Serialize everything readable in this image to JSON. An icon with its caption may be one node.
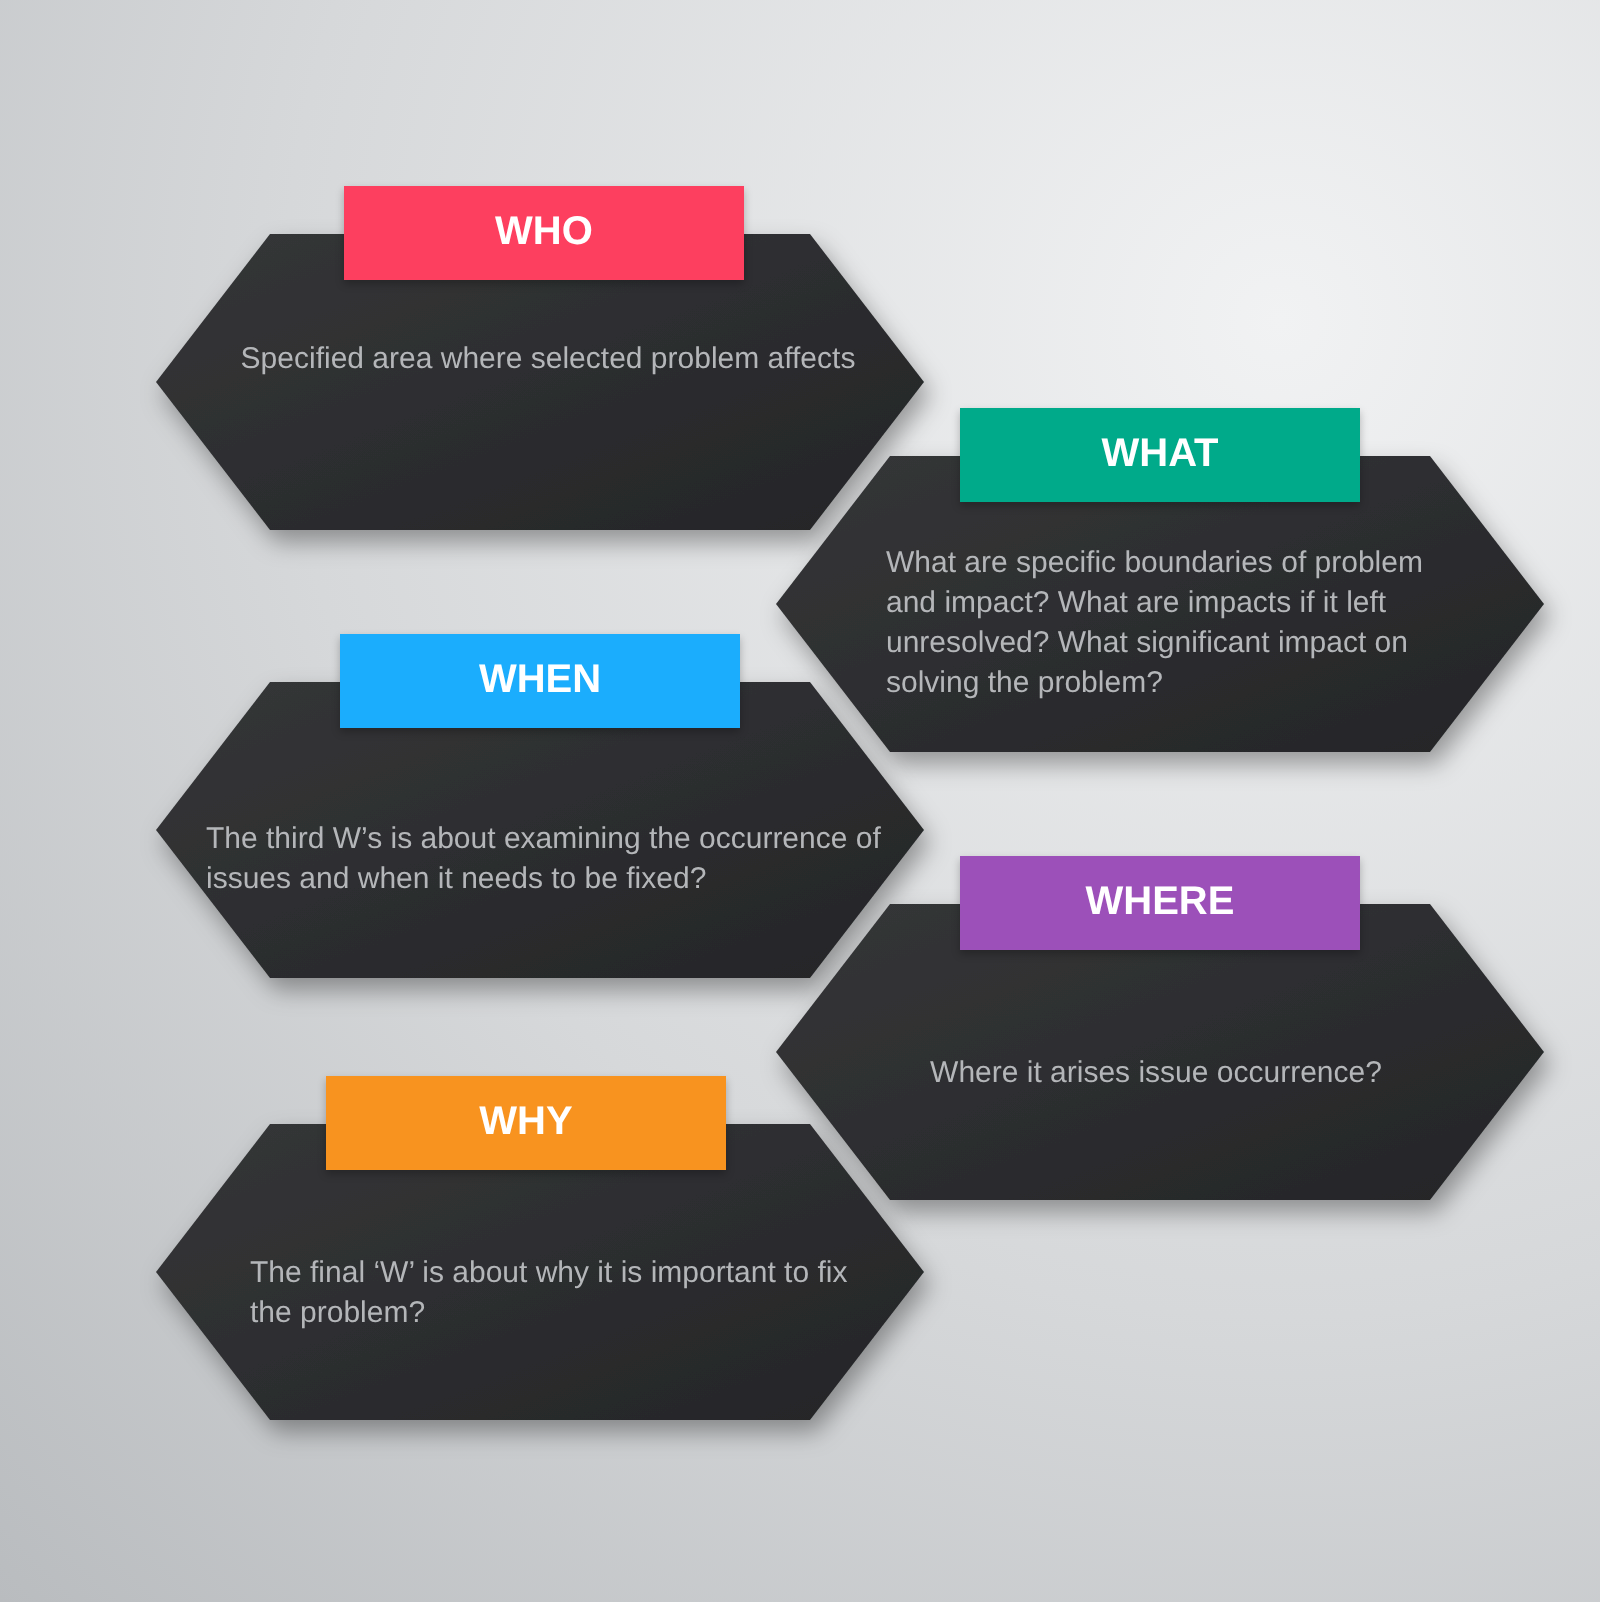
{
  "diagram": {
    "nodes": [
      {
        "text": [
          "WHO",
          "Specified area where selected problem affects"
        ]
      },
      {
        "text": [
          "WHAT",
          "What are specific boundaries of problem and impact? What are impacts if it left unresolved? What significant impact on solving the problem?"
        ]
      },
      {
        "text": [
          "WHEN",
          "The third W’s is about examining the occurrence of issues and when it needs to be fixed?"
        ]
      },
      {
        "text": [
          "WHERE",
          "Where it arises issue occurrence?"
        ]
      },
      {
        "text": [
          "WHY",
          "The final ‘W’ is about why it is important to fix the problem?"
        ]
      }
    ]
  }
}
